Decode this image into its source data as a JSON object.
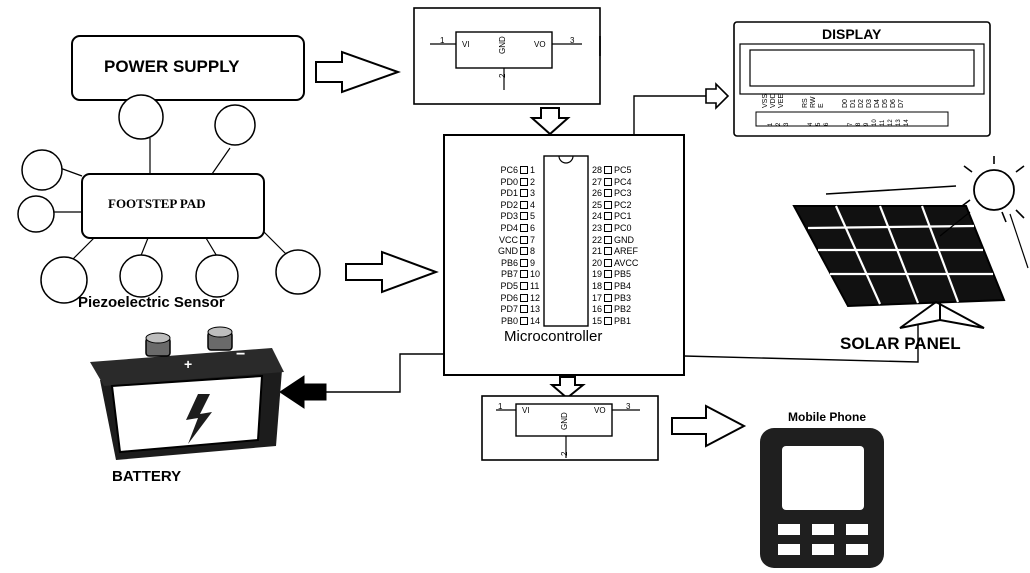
{
  "power_supply": {
    "label": "POWER SUPPLY"
  },
  "regulator": {
    "pin_in": "1",
    "pin_out": "3",
    "pin_gnd": "2",
    "vi": "VI",
    "vo": "VO",
    "gnd": "GND"
  },
  "footstep": {
    "label": "FOOTSTEP PAD",
    "sensor_label": "Piezoelectric Sensor"
  },
  "mcu": {
    "label": "Microcontroller",
    "left_pins": [
      {
        "name": "PC6",
        "num": "1"
      },
      {
        "name": "PD0",
        "num": "2"
      },
      {
        "name": "PD1",
        "num": "3"
      },
      {
        "name": "PD2",
        "num": "4"
      },
      {
        "name": "PD3",
        "num": "5"
      },
      {
        "name": "PD4",
        "num": "6"
      },
      {
        "name": "VCC",
        "num": "7"
      },
      {
        "name": "GND",
        "num": "8"
      },
      {
        "name": "PB6",
        "num": "9"
      },
      {
        "name": "PB7",
        "num": "10"
      },
      {
        "name": "PD5",
        "num": "11"
      },
      {
        "name": "PD6",
        "num": "12"
      },
      {
        "name": "PD7",
        "num": "13"
      },
      {
        "name": "PB0",
        "num": "14"
      }
    ],
    "right_pins": [
      {
        "name": "PC5",
        "num": "28"
      },
      {
        "name": "PC4",
        "num": "27"
      },
      {
        "name": "PC3",
        "num": "26"
      },
      {
        "name": "PC2",
        "num": "25"
      },
      {
        "name": "PC1",
        "num": "24"
      },
      {
        "name": "PC0",
        "num": "23"
      },
      {
        "name": "GND",
        "num": "22"
      },
      {
        "name": "AREF",
        "num": "21"
      },
      {
        "name": "AVCC",
        "num": "20"
      },
      {
        "name": "PB5",
        "num": "19"
      },
      {
        "name": "PB4",
        "num": "18"
      },
      {
        "name": "PB3",
        "num": "17"
      },
      {
        "name": "PB2",
        "num": "16"
      },
      {
        "name": "PB1",
        "num": "15"
      }
    ]
  },
  "display": {
    "label": "DISPLAY",
    "pin_names": [
      "VSS",
      "VDD",
      "VEE",
      "RS",
      "RW",
      "E",
      "D0",
      "D1",
      "D2",
      "D3",
      "D4",
      "D5",
      "D6",
      "D7"
    ],
    "pin_nums": [
      "1",
      "2",
      "3",
      "4",
      "5",
      "6",
      "7",
      "8",
      "9",
      "10",
      "11",
      "12",
      "13",
      "14"
    ]
  },
  "solar": {
    "label": "SOLAR PANEL"
  },
  "battery": {
    "label": "BATTERY",
    "plus": "+",
    "minus": "−"
  },
  "phone": {
    "label": "Mobile Phone"
  },
  "colors": {
    "stroke": "#000000",
    "fill": "#ffffff",
    "dark": "#1f1f1f",
    "gray": "#9a9a9a"
  }
}
